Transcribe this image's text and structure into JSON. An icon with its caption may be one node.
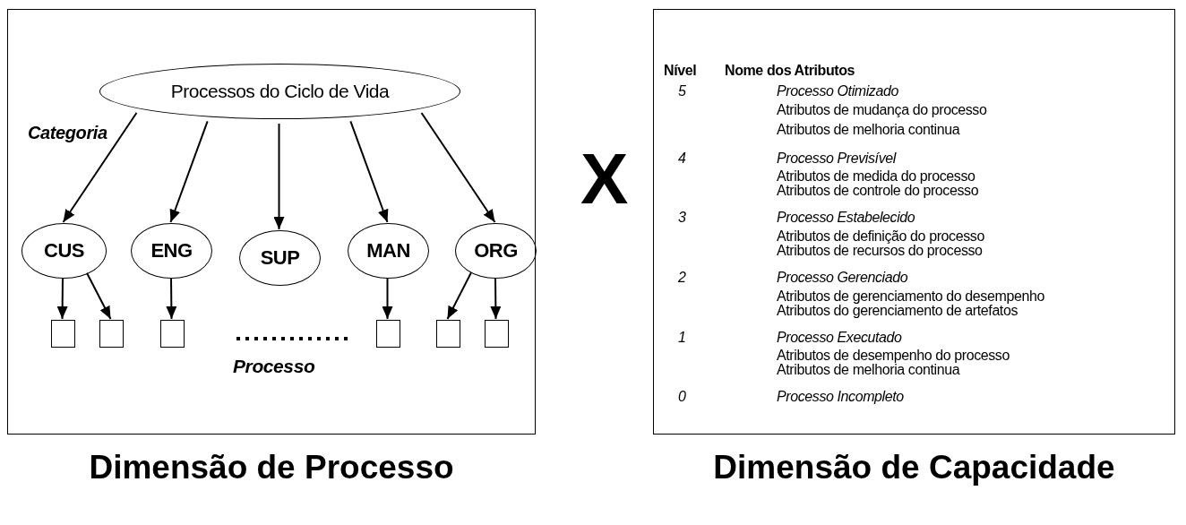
{
  "diagram": {
    "nodes": [
      {
        "text": [
          "Dimensão de Processo"
        ]
      },
      {
        "text": [
          "Processos do Ciclo de Vida"
        ],
        "in": 0
      },
      {
        "text": [
          "CUS"
        ],
        "in": 0
      },
      {
        "text": [
          "ENG"
        ],
        "in": 0
      },
      {
        "text": [
          "SUP"
        ],
        "in": 0
      },
      {
        "text": [
          "MAN"
        ],
        "in": 0
      },
      {
        "text": [
          "ORG"
        ],
        "in": 0
      },
      {
        "text": [],
        "shape": "box",
        "in": 0
      },
      {
        "text": [],
        "shape": "box",
        "in": 0
      },
      {
        "text": [],
        "shape": "box",
        "in": 0
      },
      {
        "text": [],
        "shape": "box",
        "in": 0
      },
      {
        "text": [],
        "shape": "box",
        "in": 0
      },
      {
        "text": [],
        "shape": "box",
        "in": 0
      },
      {
        "text": [
          "Dimensão de Capacidade"
        ]
      }
    ],
    "edges": [
      {
        "from": 1,
        "to": 2,
        "arrow": "to"
      },
      {
        "from": 1,
        "to": 3,
        "arrow": "to"
      },
      {
        "from": 1,
        "to": 4,
        "arrow": "to"
      },
      {
        "from": 1,
        "to": 5,
        "arrow": "to"
      },
      {
        "from": 1,
        "to": 6,
        "arrow": "to"
      },
      {
        "from": 2,
        "to": 7,
        "arrow": "to"
      },
      {
        "from": 2,
        "to": 8,
        "arrow": "to"
      },
      {
        "from": 3,
        "to": 9,
        "arrow": "to"
      },
      {
        "from": 5,
        "to": 10,
        "arrow": "to"
      },
      {
        "from": 6,
        "to": 11,
        "arrow": "to"
      },
      {
        "from": 6,
        "to": 12,
        "arrow": "to"
      }
    ],
    "labels": [
      "Categoria",
      "Processo",
      "X",
      "Nível",
      "Nome dos Atributos",
      "5",
      "Processo Otimizado",
      "Atributos de mudança do processo",
      "Atributos de melhoria continua",
      "4",
      "Processo Previsível",
      "Atributos de medida do processo",
      "Atributos de controle do processo",
      "3",
      "Processo Estabelecido",
      "Atributos de definição do processo",
      "Atributos de recursos do processo",
      "2",
      "Processo Gerenciado",
      "Atributos de gerenciamento do desempenho",
      "Atributos do gerenciamento de artefatos",
      "1",
      "Processo Executado",
      "Atributos de desempenho do processo",
      "Atributos de melhoria continua",
      "0",
      "Processo Incompleto"
    ]
  }
}
